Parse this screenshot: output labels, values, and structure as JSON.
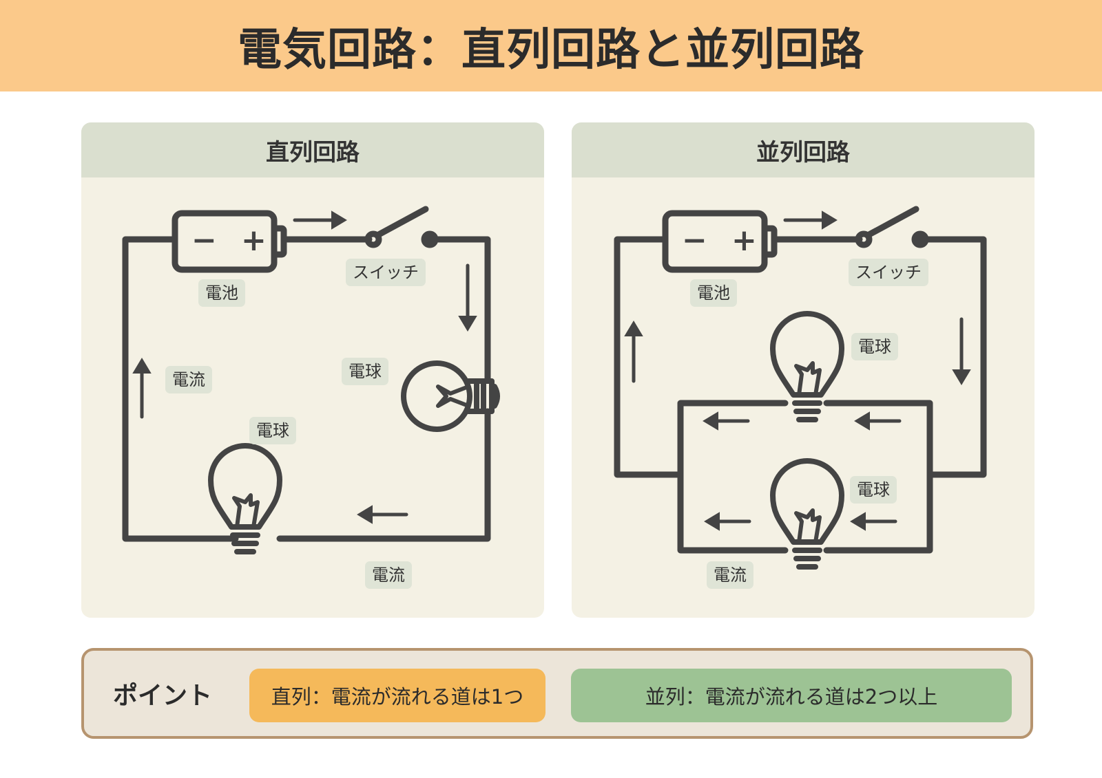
{
  "header": {
    "title": "電気回路：直列回路と並列回路"
  },
  "series": {
    "title": "直列回路",
    "labels": {
      "battery": "電池",
      "switch": "スイッチ",
      "current_left": "電流",
      "bulb_right": "電球",
      "bulb_bottom": "電球",
      "current_bottom": "電流"
    },
    "battery_minus": "−",
    "battery_plus": "+"
  },
  "parallel": {
    "title": "並列回路",
    "labels": {
      "battery": "電池",
      "switch": "スイッチ",
      "bulb_top": "電球",
      "bulb_bottom": "電球",
      "current_bottom": "電流"
    },
    "battery_minus": "−",
    "battery_plus": "+"
  },
  "points": {
    "title": "ポイント",
    "series_text": "直列：電流が流れる道は1つ",
    "parallel_text": "並列：電流が流れる道は2つ以上"
  },
  "colors": {
    "header": "#fbc98a",
    "panel": "#f4f1e4",
    "panel_head": "#dadfcf",
    "label": "#dfe4d6",
    "wire": "#444444",
    "pill_series": "#f5b95a",
    "pill_parallel": "#9dc394",
    "point_border": "#b6946f"
  }
}
